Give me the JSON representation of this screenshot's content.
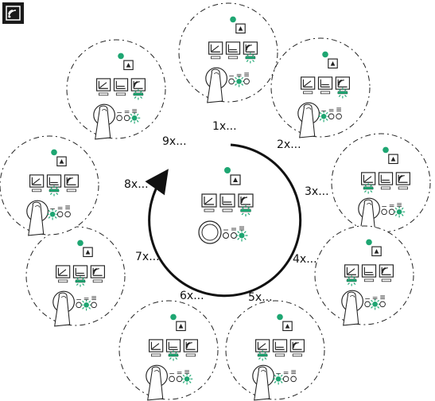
{
  "header": {
    "icon": "wireless-mode-icon",
    "icon_bg": "#1a1a1a"
  },
  "colors": {
    "led_green": "#1ea672",
    "line": "#222222"
  },
  "center": {
    "mode_icons": [
      "curve-mode-icon",
      "flat-mode-icon",
      "wireless-mode-icon"
    ],
    "active_mode": 3,
    "active_led": 3
  },
  "steps": [
    {
      "label": "1x...",
      "active_mode": 3,
      "active_led": 2,
      "highlight": "green"
    },
    {
      "label": "2x...",
      "active_mode": 3,
      "active_led": 1,
      "highlight": "green"
    },
    {
      "label": "3x...",
      "active_mode": 1,
      "active_led": 3,
      "highlight": "green"
    },
    {
      "label": "4x...",
      "active_mode": 1,
      "active_led": 2,
      "highlight": "green"
    },
    {
      "label": "5x...",
      "active_mode": 1,
      "active_led": 1,
      "highlight": "green"
    },
    {
      "label": "6x...",
      "active_mode": 2,
      "active_led": 3,
      "highlight": "green"
    },
    {
      "label": "7x...",
      "active_mode": 2,
      "active_led": 2,
      "highlight": "green"
    },
    {
      "label": "8x...",
      "active_mode": 2,
      "active_led": 1,
      "highlight": "green"
    },
    {
      "label": "9x...",
      "active_mode": 3,
      "active_led": 3,
      "highlight": "green"
    }
  ]
}
